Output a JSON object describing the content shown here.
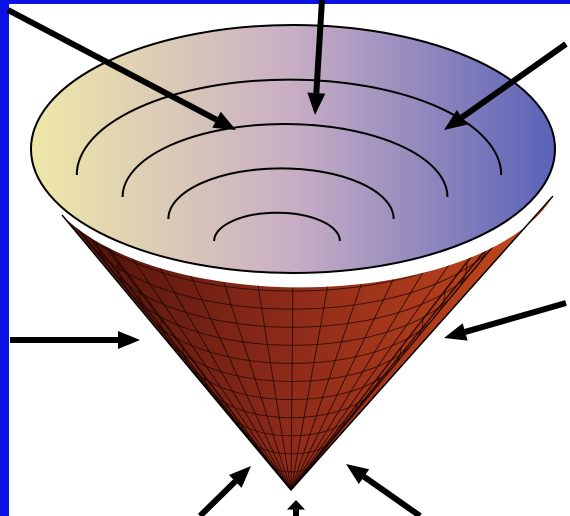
{
  "figure": {
    "subject": "cone-surface",
    "colors": {
      "frame": "#0a12e6",
      "background": "#ffffff",
      "arrow": "#000000",
      "rim_left": "#efe8a8",
      "rim_mid": "#c8aec4",
      "rim_right": "#5a62b8",
      "surface_dark": "#4a1208",
      "surface_mid": "#8c2a1a",
      "surface_light": "#c84a1c",
      "contour": "#000000"
    },
    "inner_contour_count": 4,
    "mesh_radial_lines": 22,
    "mesh_rings": 12,
    "arrow_count": 8
  }
}
